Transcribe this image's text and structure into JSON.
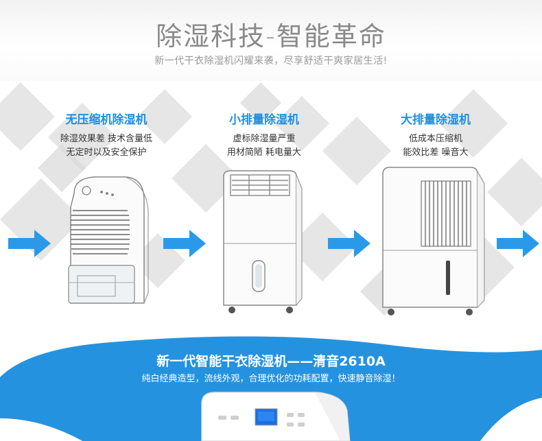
{
  "header": {
    "title": "除湿科技-智能革命",
    "subtitle": "新一代干衣除湿机闪耀来袭，尽享舒适干爽家居生活!"
  },
  "products": [
    {
      "title": "无压缩机除湿机",
      "lines": [
        "除湿效果差 技术含量低",
        "无定时以及安全保护"
      ]
    },
    {
      "title": "小排量除湿机",
      "lines": [
        "虚标除湿量严重",
        "用材简陋 耗电量大"
      ]
    },
    {
      "title": "大排量除湿机",
      "lines": [
        "低成本压缩机",
        "能效比差 噪音大"
      ]
    }
  ],
  "featured": {
    "title": "新一代智能干衣除湿机——清音2610A",
    "description": "纯白经典造型，流线外观，合理优化的功耗配置，快速静音除湿！"
  },
  "colors": {
    "accent": "#1f8fe0",
    "arrow": "#2a9ae8",
    "swoosh": "#2592e0"
  }
}
